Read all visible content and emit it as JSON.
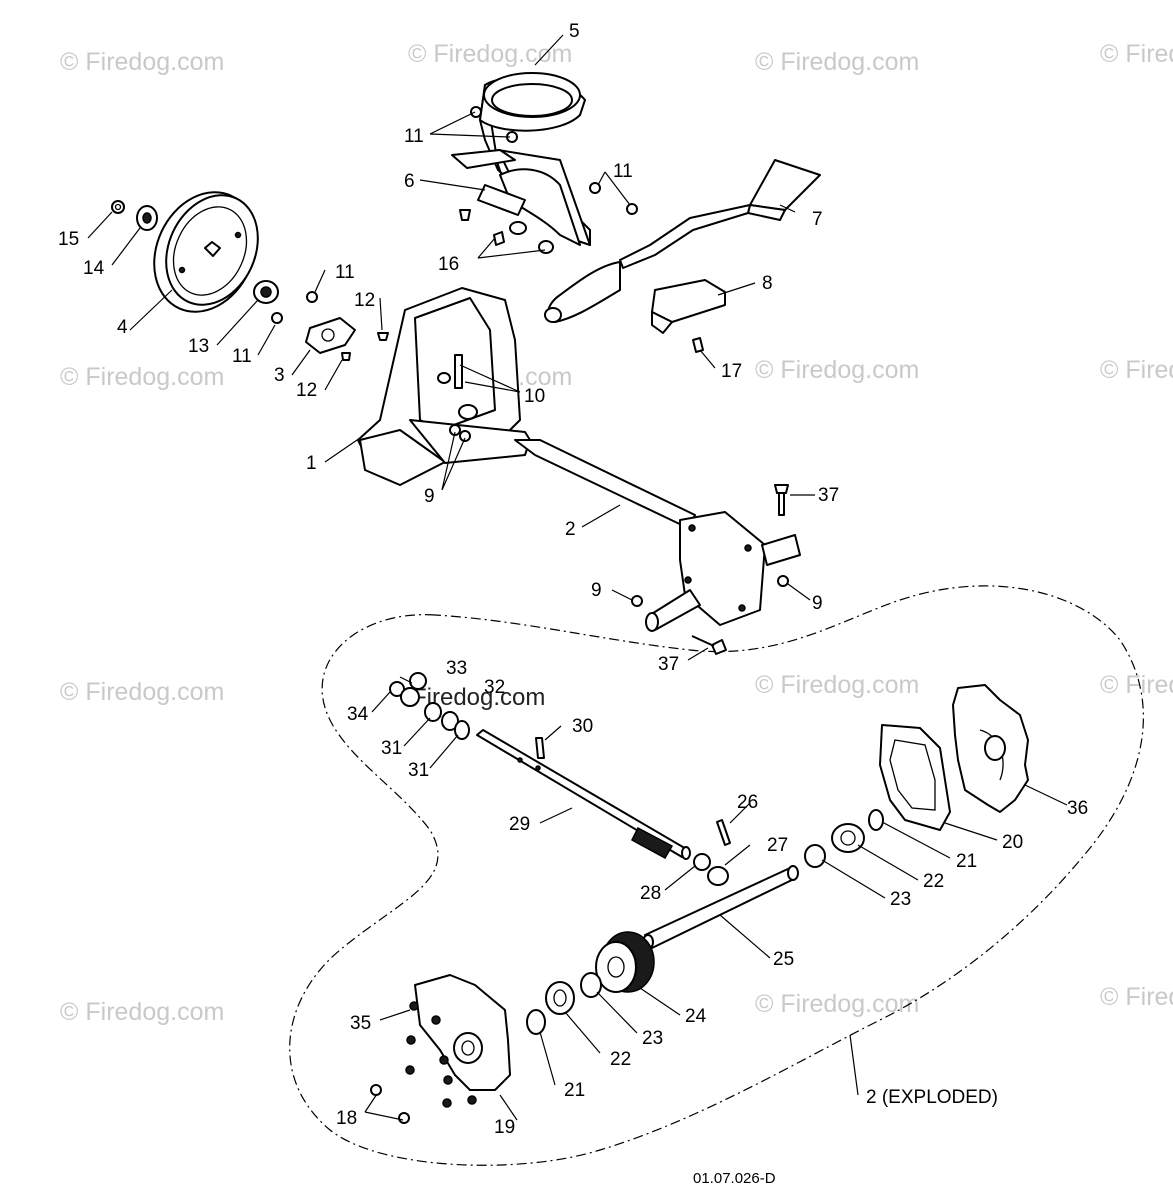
{
  "watermark": "© Firedog.com",
  "watermark_overlay": "Firedog.com",
  "drawing_code": "01.07.026-D",
  "exploded_label": "2 (EXPLODED)",
  "callouts": {
    "c1": "1",
    "c2": "2",
    "c3": "3",
    "c4": "4",
    "c5": "5",
    "c6": "6",
    "c7": "7",
    "c8": "8",
    "c9a": "9",
    "c9b": "9",
    "c9c": "9",
    "c10": "10",
    "c11a": "11",
    "c11b": "11",
    "c11c": "11",
    "c11d": "11",
    "c12a": "12",
    "c12b": "12",
    "c13": "13",
    "c14": "14",
    "c15": "15",
    "c16": "16",
    "c17": "17",
    "c18": "18",
    "c19": "19",
    "c20": "20",
    "c21a": "21",
    "c21b": "21",
    "c22a": "22",
    "c22b": "22",
    "c23a": "23",
    "c23b": "23",
    "c24": "24",
    "c25": "25",
    "c26": "26",
    "c27": "27",
    "c28": "28",
    "c29": "29",
    "c30": "30",
    "c31a": "31",
    "c31b": "31",
    "c32": "32",
    "c33": "33",
    "c34": "34",
    "c35": "35",
    "c36": "36",
    "c37a": "37",
    "c37b": "37"
  }
}
